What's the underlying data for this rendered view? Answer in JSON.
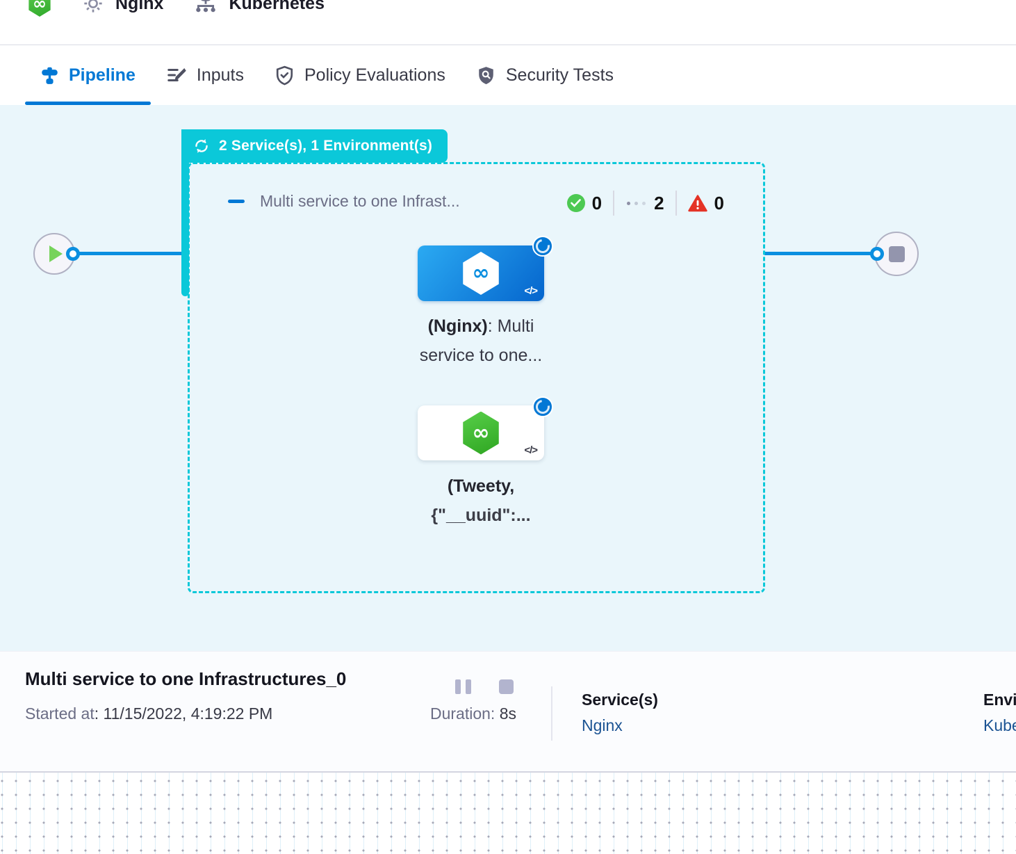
{
  "header": {
    "pipeline_name": "Nginx",
    "environment_name": "Kubernetes",
    "logo_glyph": "∞"
  },
  "tabs": [
    {
      "label": "Pipeline",
      "active": true
    },
    {
      "label": "Inputs",
      "active": false
    },
    {
      "label": "Policy Evaluations",
      "active": false
    },
    {
      "label": "Security Tests",
      "active": false
    }
  ],
  "canvas": {
    "group_badge_label": "2 Service(s), 1 Environment(s)",
    "stage": {
      "title": "Multi service to one Infrast...",
      "success_count": "0",
      "running_count": "2",
      "failed_count": "0"
    },
    "nodes": [
      {
        "name_bold": "(Nginx)",
        "name_rest": ": Multi",
        "line2": "service to one...",
        "code_glyph": "</>",
        "logo_glyph": "∞"
      },
      {
        "name_bold": "(Tweety,",
        "line2": "{\"__uuid\":...",
        "code_glyph": "</>",
        "logo_glyph": "∞"
      }
    ]
  },
  "footer": {
    "title": "Multi service to one Infrastructures_0",
    "started_label": "Started at",
    "started_value": ": 11/15/2022, 4:19:22 PM",
    "duration_label": "Duration:",
    "duration_value": " 8s",
    "services_label": "Service(s)",
    "services_value": "Nginx",
    "environments_label": "Environment(s)",
    "environments_value": "Kubernetes"
  },
  "colors": {
    "accent_blue": "#0278d5",
    "edge_blue": "#0b8fe0",
    "group_teal": "#0bc8d9",
    "success_green": "#4dc952",
    "fail_red": "#e43326",
    "harness_green": "#42ba3a",
    "canvas_bg": "#eaf6fb",
    "link_navy": "#1b5393"
  }
}
